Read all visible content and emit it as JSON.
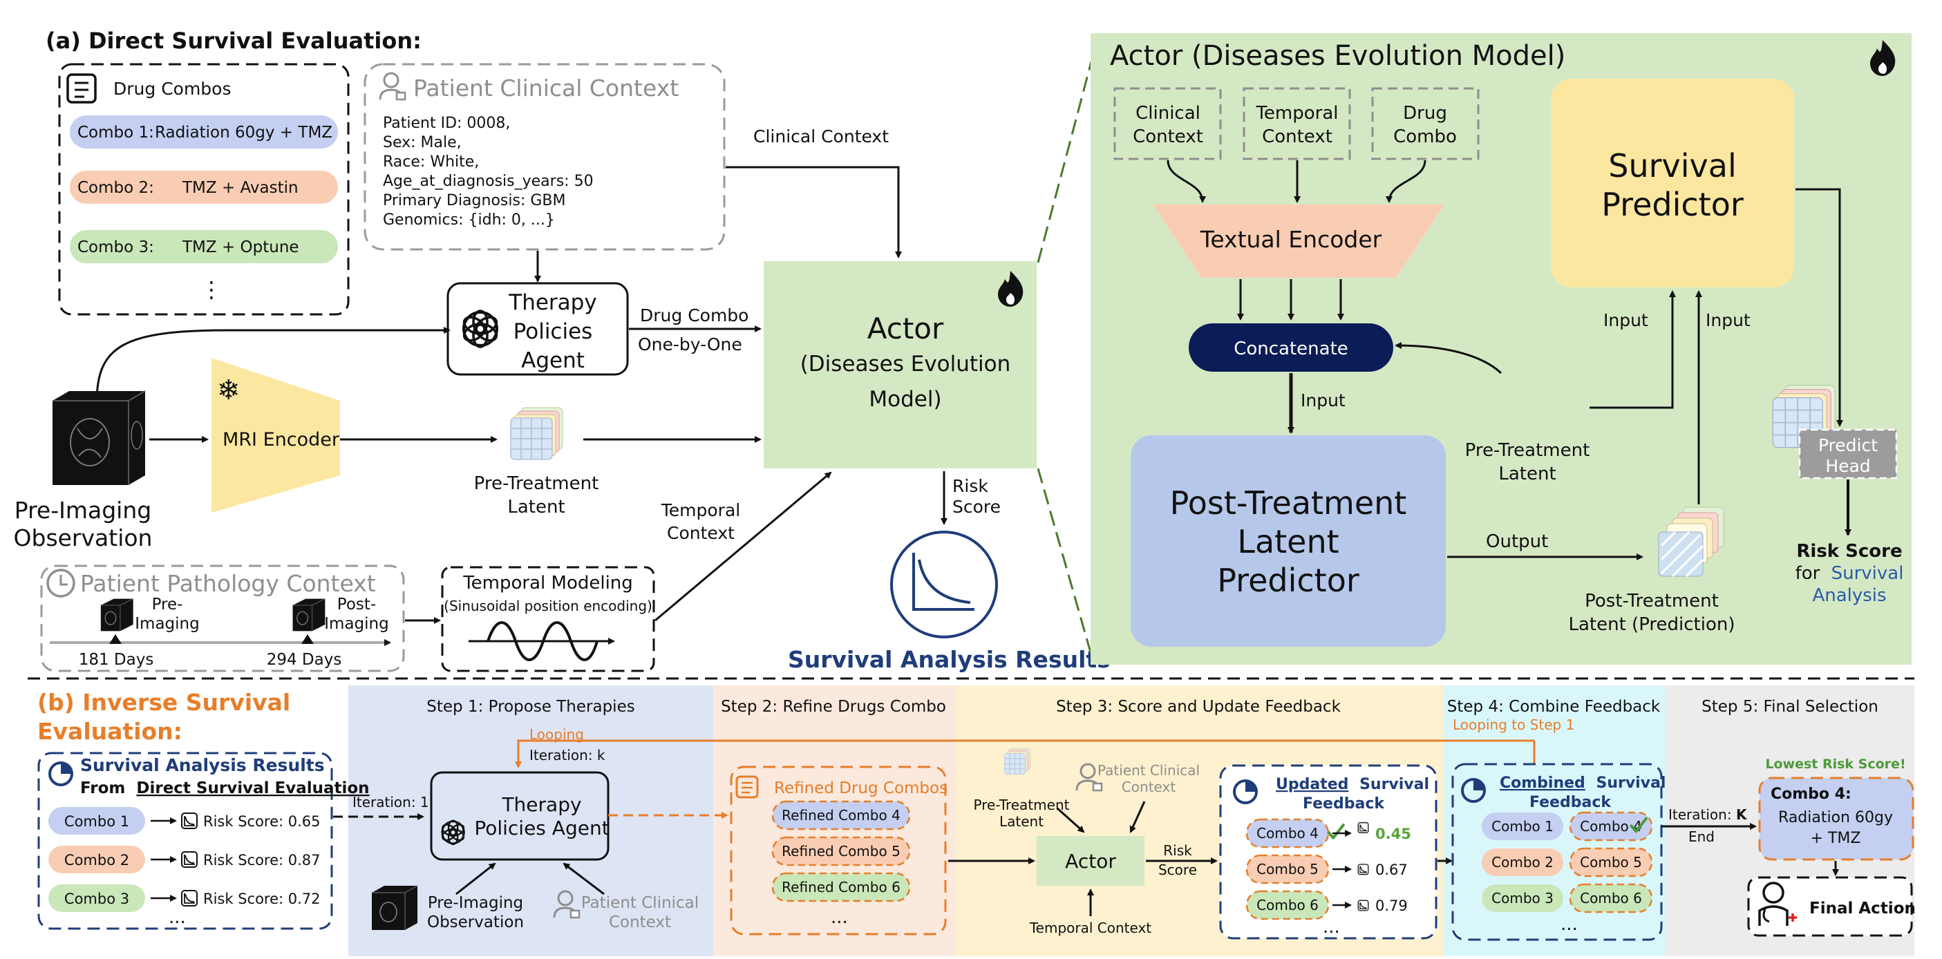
{
  "section_a": {
    "title": "(a) Direct Survival Evaluation:",
    "drug_combos": {
      "title": "Drug Combos",
      "items": [
        {
          "label": "Combo 1:",
          "value": "Radiation 60gy + TMZ"
        },
        {
          "label": "Combo 2:",
          "value": "TMZ + Avastin"
        },
        {
          "label": "Combo 3:",
          "value": "TMZ + Optune"
        }
      ],
      "ellipsis": "⋮"
    },
    "clinical_context": {
      "title": "Patient Clinical Context",
      "lines": [
        "Patient ID: 0008,",
        "Sex: Male,",
        "Race: White,",
        "Age_at_diagnosis_years: 50",
        "Primary Diagnosis: GBM",
        "Genomics: {idh: 0, ...}"
      ]
    },
    "clinical_context_arrow": "Clinical Context",
    "therapy_agent": [
      "Therapy",
      "Policies",
      "Agent"
    ],
    "drug_combo_arrow": [
      "Drug Combo",
      "One-by-One"
    ],
    "actor": [
      "Actor",
      "(Diseases Evolution",
      "Model)"
    ],
    "mri_encoder": "MRI Encoder",
    "pre_imaging": [
      "Pre-Imaging",
      "Observation"
    ],
    "pre_treatment_latent": [
      "Pre-Treatment",
      "Latent"
    ],
    "temporal_context_arrow": [
      "Temporal",
      "Context"
    ],
    "risk_score_arrow": [
      "Risk",
      "Score"
    ],
    "survival_results": "Survival Analysis Results",
    "pathology": {
      "title": "Patient Pathology Context",
      "pre": [
        "Pre-",
        "Imaging"
      ],
      "post": [
        "Post-",
        "Imaging"
      ],
      "days1": "181 Days",
      "days2": "294 Days"
    },
    "temporal_modeling": {
      "title": "Temporal Modeling",
      "subtitle": "(Sinusoidal position encoding)"
    }
  },
  "actor_panel": {
    "title": "Actor (Diseases Evolution Model)",
    "inputs": [
      [
        "Clinical",
        "Context"
      ],
      [
        "Temporal",
        "Context"
      ],
      [
        "Drug",
        "Combo"
      ]
    ],
    "textual_encoder": "Textual Encoder",
    "concatenate": "Concatenate",
    "input_label": "Input",
    "post_treatment_predictor": [
      "Post-Treatment",
      "Latent",
      "Predictor"
    ],
    "survival_predictor": [
      "Survival",
      "Predictor"
    ],
    "pre_treatment_latent": [
      "Pre-Treatment",
      "Latent"
    ],
    "output_label": "Output",
    "post_treatment_latent": [
      "Post-Treatment",
      "Latent (Prediction)"
    ],
    "predict_head": [
      "Predict",
      "Head"
    ],
    "risk_score": [
      "Risk Score",
      "for",
      "Survival",
      "Analysis"
    ]
  },
  "section_b": {
    "title": [
      "(b) Inverse Survival",
      "Evaluation:"
    ],
    "results_box": {
      "title": "Survival Analysis Results",
      "from_prefix": "From",
      "from_link": "Direct Survival Evaluation",
      "combos": [
        {
          "label": "Combo 1",
          "risk": "Risk Score: 0.65"
        },
        {
          "label": "Combo 2",
          "risk": "Risk Score: 0.87"
        },
        {
          "label": "Combo 3",
          "risk": "Risk Score: 0.72"
        }
      ],
      "ellipsis": "..."
    },
    "steps": [
      "Step 1: Propose Therapies",
      "Step 2: Refine Drugs Combo",
      "Step 3: Score and Update Feedback",
      "Step 4: Combine Feedback",
      "Step 5: Final Selection"
    ],
    "iteration_1": "Iteration: 1",
    "looping": "Looping",
    "iteration_k": "Iteration: k",
    "therapy_agent": [
      "Therapy",
      "Policies Agent"
    ],
    "pre_imaging": [
      "Pre-Imaging",
      "Observation"
    ],
    "clinical_context": [
      "Patient Clinical",
      "Context"
    ],
    "refined": {
      "title": "Refined Drug Combos",
      "items": [
        "Refined Combo 4",
        "Refined Combo 5",
        "Refined Combo 6"
      ],
      "ellipsis": "..."
    },
    "step3": {
      "pre_latent": [
        "Pre-Treatment",
        "Latent"
      ],
      "clinical_context": [
        "Patient Clinical",
        "Context"
      ],
      "actor": "Actor",
      "temporal_context": "Temporal Context",
      "risk_score": [
        "Risk",
        "Score"
      ]
    },
    "updated": {
      "title_u": "Updated",
      "title_rest": "Survival",
      "title2": "Feedback",
      "items": [
        {
          "label": "Combo 4",
          "score": "0.45"
        },
        {
          "label": "Combo 5",
          "score": "0.67"
        },
        {
          "label": "Combo 6",
          "score": "0.79"
        }
      ],
      "ellipsis": "..."
    },
    "combined": {
      "looping_to": "Looping to Step 1",
      "title_u": "Combined",
      "title_rest": "Survival",
      "title2": "Feedback",
      "left": [
        "Combo 1",
        "Combo 2",
        "Combo 3"
      ],
      "right": [
        "Combo 4",
        "Combo 5",
        "Combo 6"
      ],
      "ellipsis": "..."
    },
    "iteration_k_end": [
      "Iteration:",
      "K",
      "End"
    ],
    "lowest": "Lowest Risk Score!",
    "final_combo": {
      "title": "Combo 4:",
      "lines": [
        "Radiation 60gy",
        "+ TMZ"
      ]
    },
    "final_action": "Final Action"
  },
  "colors": {
    "green_panel": "#d5e8c4",
    "blue_step": "#dde4f4",
    "peach_step": "#fbe9dd",
    "yellow_step": "#fdf1cf",
    "cyan_step": "#d9f7fb",
    "gray_step": "#ececec",
    "orange": "#e67e2a",
    "navy": "#1f3d7a"
  }
}
